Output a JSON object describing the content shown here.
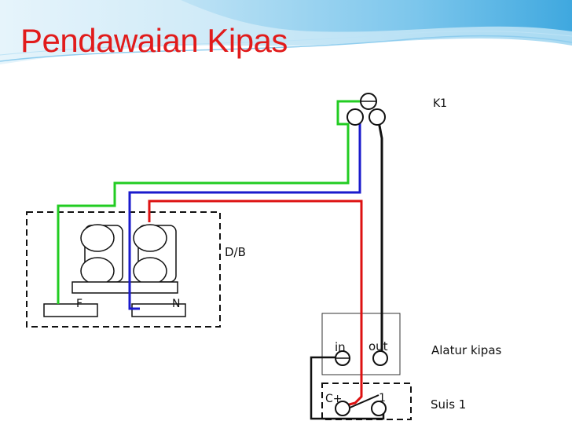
{
  "slide": {
    "title": "Pendawaian Kipas"
  },
  "diagram": {
    "labels": {
      "k1": "K1",
      "db": "D/B",
      "alatur": "Alatur kipas",
      "suis": "Suis 1",
      "terminal_f": "F",
      "terminal_n": "N",
      "port_in": "in",
      "port_out": "out",
      "switch_common": "C+",
      "switch_one": "1"
    },
    "wire_colors": {
      "earth": "#22cc22",
      "neutral": "#1a1acc",
      "live": "#dd1111",
      "return": "#111111",
      "header_wave": "#5fb8e6"
    }
  }
}
